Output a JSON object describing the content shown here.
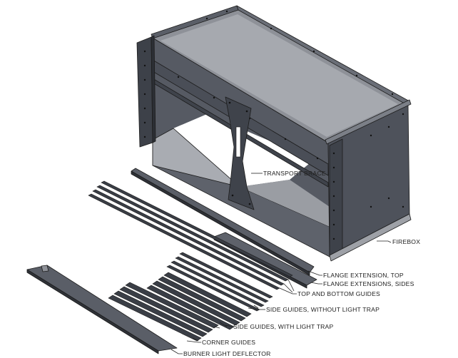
{
  "labels": {
    "transport_brace": "TRANSPORT BRACE",
    "firebox": "FIREBOX",
    "flange_extension_top": "FLANGE EXTENSION, TOP",
    "flange_extensions_sides": "FLANGE EXTENSIONS, SIDES",
    "top_and_bottom_guides": "TOP AND BOTTOM GUIDES",
    "side_guides_without_light_trap": "SIDE GUIDES, WITHOUT LIGHT TRAP",
    "side_guides_with_light_trap": "SIDE GUIDES, WITH LIGHT TRAP",
    "corner_guides": "CORNER GUIDES",
    "burner_light_deflector": "BURNER LIGHT DEFLECTOR"
  },
  "colors": {
    "steel_dark": "#4a4e57",
    "steel_mid": "#626670",
    "steel_light": "#a9acb2",
    "steel_top": "#8e9198",
    "outline": "#1c1c1c",
    "background": "#ffffff"
  }
}
